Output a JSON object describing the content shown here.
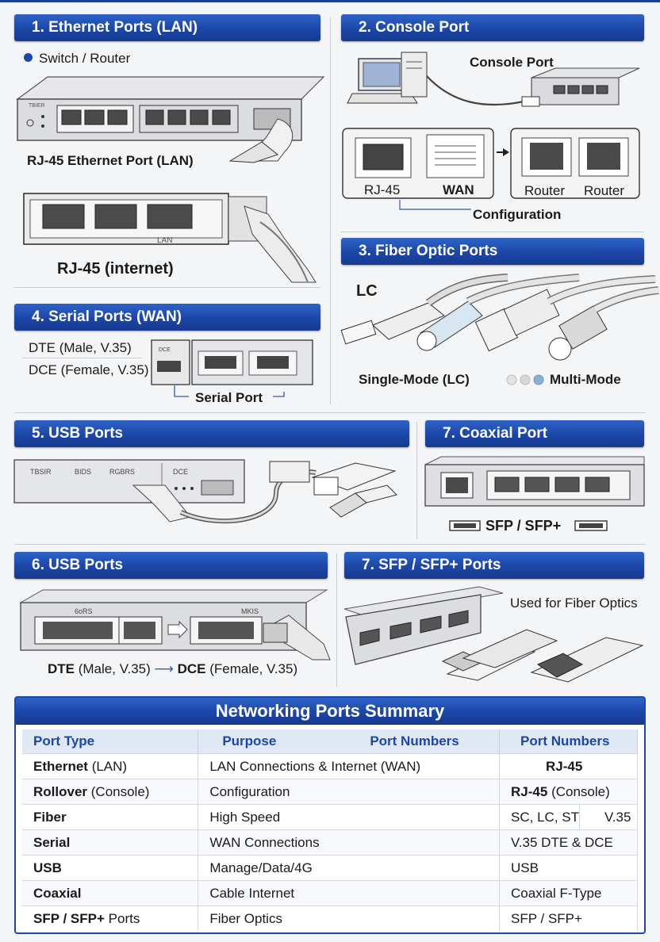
{
  "sections": {
    "ethernet": {
      "title": "1. Ethernet Ports (LAN)",
      "bullet": "Switch / Router",
      "label_port": "RJ-45 Ethernet Port  (LAN)",
      "label_internet": "RJ-45 (internet)",
      "device_text_1": "LAN"
    },
    "console": {
      "title": "2. Console Port",
      "label_console": "Console Port",
      "box_rj45": "RJ-45",
      "box_wan": "WAN",
      "box_router1": "Router",
      "box_router2": "Router",
      "label_config": "Configuration"
    },
    "fiber": {
      "title": "3. Fiber Optic Ports",
      "label_lc": "LC",
      "label_single": "Single-Mode (LC)",
      "label_multi": "Multi-Mode"
    },
    "serial": {
      "title": "4. Serial Ports (WAN)",
      "label_dte": "DTE (Male, V.35)",
      "label_dce": "DCE (Female, V.35)",
      "label_port": "Serial Port"
    },
    "usb5": {
      "title": "5. USB Ports"
    },
    "coax": {
      "title": "7. Coaxial Port",
      "label_sfp": "SFP / SFP+"
    },
    "usb6": {
      "title": "6. USB Ports",
      "label_dte_dce_a": "DTE",
      "label_dte_dce_b": "(Male, V.35)",
      "label_dte_dce_c": "DCE",
      "label_dte_dce_d": "(Female, V.35)"
    },
    "sfp": {
      "title": "7. SFP / SFP+ Ports",
      "label_used": "Used for Fiber Optics"
    }
  },
  "summary": {
    "title": "Networking Ports Summary",
    "headers": [
      "Port Type",
      "Purpose",
      "Port Numbers",
      "Port Numbers"
    ],
    "rows": [
      {
        "type_bold": "Ethernet",
        "type_rest": " (LAN)",
        "purpose": "LAN Connections & Internet (WAN)",
        "ports_bold": "RJ-45",
        "ports_rest": ""
      },
      {
        "type_bold": "Rollover",
        "type_rest": " (Console)",
        "purpose": "Configuration",
        "ports_bold": "RJ-45",
        "ports_rest": " (Console)"
      },
      {
        "type_bold": "Fiber",
        "type_rest": "",
        "purpose": "High Speed",
        "ports_bold": "",
        "ports_rest": "SC, LC, ST",
        "ports_extra": "V.35"
      },
      {
        "type_bold": "Serial",
        "type_rest": "",
        "purpose": "WAN Connections",
        "ports_bold": "",
        "ports_rest": "V.35 DTE & DCE"
      },
      {
        "type_bold": "USB",
        "type_rest": "",
        "purpose": "Manage/Data/4G",
        "ports_bold": "",
        "ports_rest": "USB"
      },
      {
        "type_bold": "Coaxial",
        "type_rest": "",
        "purpose": "Cable Internet",
        "ports_bold": "",
        "ports_rest": "Coaxial F-Type"
      },
      {
        "type_bold": "SFP / SFP+",
        "type_rest": " Ports",
        "purpose": "Fiber Optics",
        "ports_bold": "",
        "ports_rest": "SFP / SFP+"
      }
    ]
  },
  "colors": {
    "header_blue": "#1c46a8",
    "table_head_bg": "#dfe9f6"
  }
}
